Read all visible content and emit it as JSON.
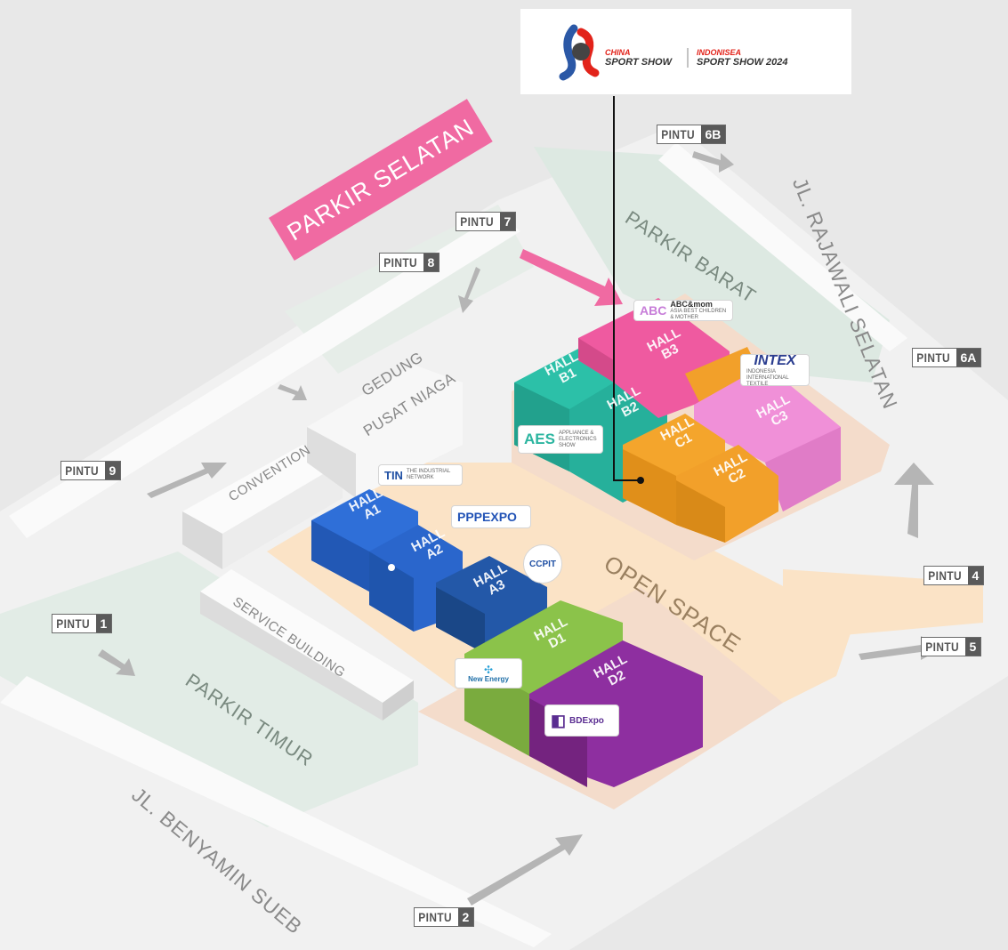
{
  "logo": {
    "brand_line1": "CHINA",
    "brand_line2": "SPORT SHOW",
    "brand_line3": "INDONISEA",
    "brand_line4": "SPORT SHOW 2024",
    "colors": {
      "red": "#e2231a",
      "blue": "#2b58a6",
      "dark": "#333333"
    }
  },
  "gate_word": "PINTU",
  "gates": [
    {
      "id": "6B",
      "label": "6B"
    },
    {
      "id": "7",
      "label": "7"
    },
    {
      "id": "8",
      "label": "8"
    },
    {
      "id": "6A",
      "label": "6A"
    },
    {
      "id": "9",
      "label": "9"
    },
    {
      "id": "4",
      "label": "4"
    },
    {
      "id": "1",
      "label": "1"
    },
    {
      "id": "5",
      "label": "5"
    },
    {
      "id": "2",
      "label": "2"
    }
  ],
  "areas": {
    "parkir_selatan": "PARKIR SELATAN",
    "parkir_barat": "PARKIR BARAT",
    "parkir_timur": "PARKIR TIMUR",
    "open_space": "OPEN SPACE",
    "road_rajawali": "JL. RAJAWALI SELATAN",
    "road_benyamin": "JL. BENYAMIN SUEB"
  },
  "buildings": {
    "gedung_line1": "GEDUNG",
    "gedung_line2": "PUSAT NIAGA",
    "convention": "CONVENTION",
    "service": "SERVICE BUILDING"
  },
  "hall_word": "HALL",
  "halls": [
    {
      "id": "A1",
      "color": "#2f6fd8"
    },
    {
      "id": "A2",
      "color": "#2a66cc"
    },
    {
      "id": "A3",
      "color": "#2358a8"
    },
    {
      "id": "B1",
      "color": "#2cc0a8"
    },
    {
      "id": "B2",
      "color": "#26b09b"
    },
    {
      "id": "B3",
      "color": "#ef5aa0"
    },
    {
      "id": "C1",
      "color": "#f4a52c"
    },
    {
      "id": "C2",
      "color": "#f2a02a"
    },
    {
      "id": "C3",
      "color": "#f090d8"
    },
    {
      "id": "D1",
      "color": "#8bc34a"
    },
    {
      "id": "D2",
      "color": "#8e2fa0"
    }
  ],
  "exhibitors": {
    "abcmom": {
      "name": "ABC&mom",
      "sub": "ASIA BEST CHILDREN & MOTHER"
    },
    "intex": {
      "name": "INTEX",
      "sub": "INDONESIA INTERNATIONAL TEXTILE"
    },
    "aes": {
      "name": "AES",
      "sub": "APPLIANCE & ELECTRONICS SHOW"
    },
    "tin": {
      "name": "TIN",
      "sub": "THE INDUSTRIAL NETWORK"
    },
    "ppp": {
      "name": "PPPEXPO"
    },
    "ccpit": {
      "name": "CCPIT"
    },
    "newenergy": {
      "name": "New Energy"
    },
    "bdexpo": {
      "name": "BDExpo"
    }
  }
}
